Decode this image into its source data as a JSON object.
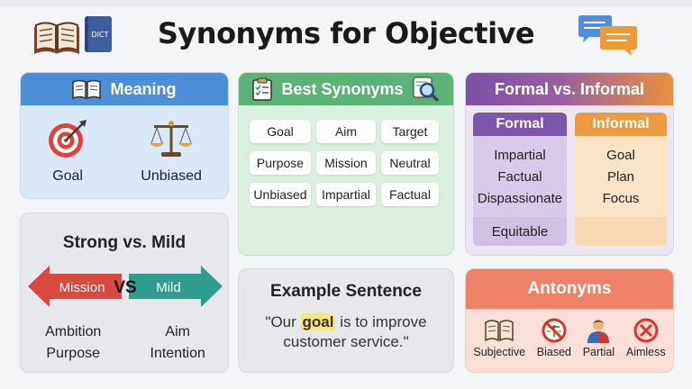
{
  "title": "Synonyms for Objective",
  "meaning": {
    "heading": "Meaning",
    "items": [
      {
        "label": "Goal",
        "icon": "target-icon"
      },
      {
        "label": "Unbiased",
        "icon": "scales-icon"
      }
    ]
  },
  "synonyms": {
    "heading": "Best Synonyms",
    "words": [
      "Goal",
      "Aim",
      "Target",
      "Purpose",
      "Mission",
      "Neutral",
      "Unbiased",
      "Impartial",
      "Factual"
    ]
  },
  "formal_informal": {
    "heading": "Formal vs. Informal",
    "formal": {
      "label": "Formal",
      "words": [
        "Impartial",
        "Factual",
        "Dispassionate"
      ],
      "last": "Equitable"
    },
    "informal": {
      "label": "Informal",
      "words": [
        "Goal",
        "Plan",
        "Focus"
      ]
    }
  },
  "strong_mild": {
    "heading": "Strong vs. Mild",
    "strong_label": "Mission",
    "vs_label": "VS",
    "mild_label": "Mild",
    "strong_words": [
      "Ambition",
      "Purpose"
    ],
    "mild_words": [
      "Aim",
      "Intention"
    ]
  },
  "example": {
    "heading": "Example Sentence",
    "before": "\"Our ",
    "highlight": "goal",
    "after": " is to improve",
    "line2": "customer service.\""
  },
  "antonyms": {
    "heading": "Antonyms",
    "items": [
      {
        "label": "Subjective",
        "icon": "open-book-icon"
      },
      {
        "label": "Biased",
        "icon": "no-scales-icon"
      },
      {
        "label": "Partial",
        "icon": "person-icon"
      },
      {
        "label": "Aimless",
        "icon": "no-icon"
      }
    ]
  },
  "header_icons": {
    "dict_label": "DICT"
  },
  "colors": {
    "meaning": "#4c8fd6",
    "synonyms": "#5db277",
    "formal": "#7c55ad",
    "informal": "#ee9a3e",
    "strong": "#d8493f",
    "mild": "#2f9c8c",
    "antonyms": "#ee8269"
  }
}
